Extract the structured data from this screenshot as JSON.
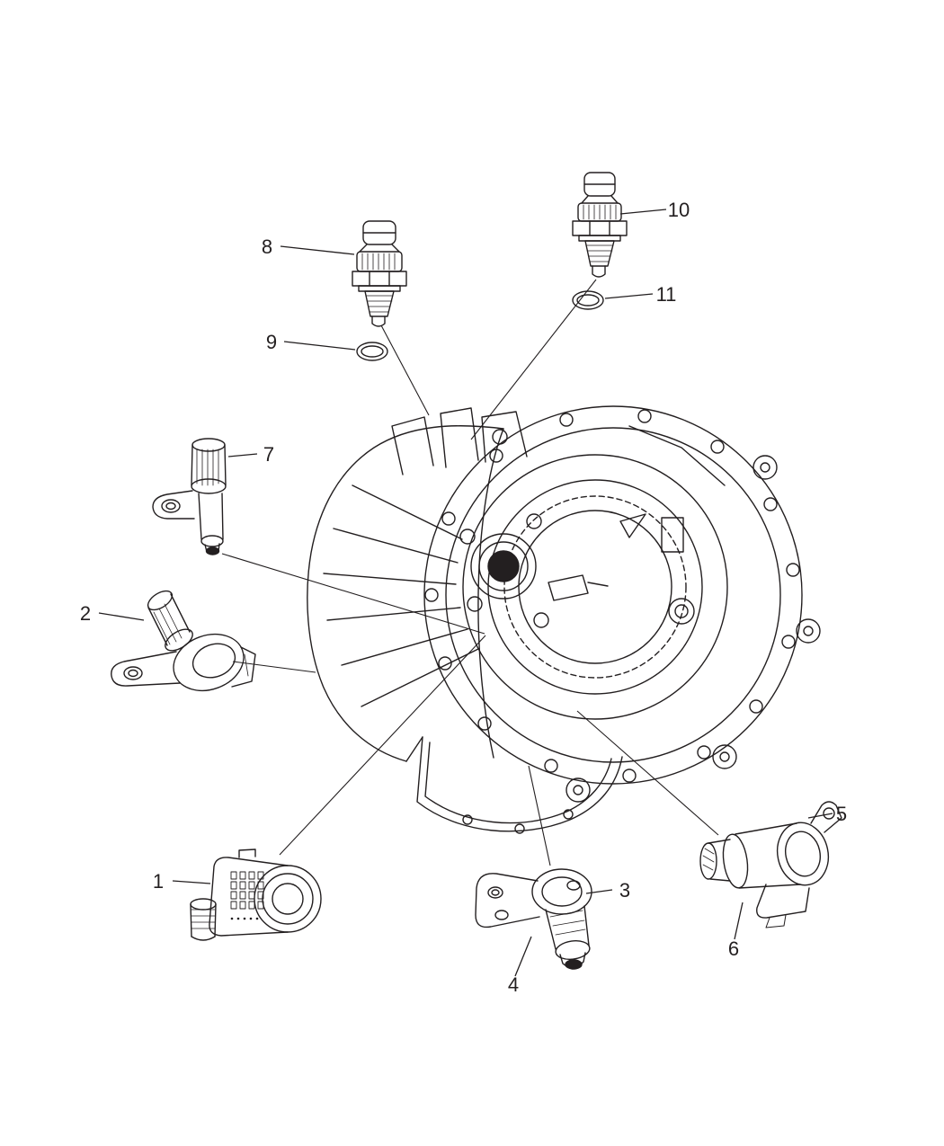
{
  "page": {
    "background_color": "#ffffff",
    "ink_color": "#231f20"
  },
  "diagram": {
    "type": "exploded-parts-line-diagram",
    "callouts": [
      {
        "label": "1"
      },
      {
        "label": "2"
      },
      {
        "label": "3"
      },
      {
        "label": "4"
      },
      {
        "label": "5"
      },
      {
        "label": "6"
      },
      {
        "label": "7"
      },
      {
        "label": "8"
      },
      {
        "label": "9"
      },
      {
        "label": "10"
      },
      {
        "label": "11"
      }
    ]
  }
}
